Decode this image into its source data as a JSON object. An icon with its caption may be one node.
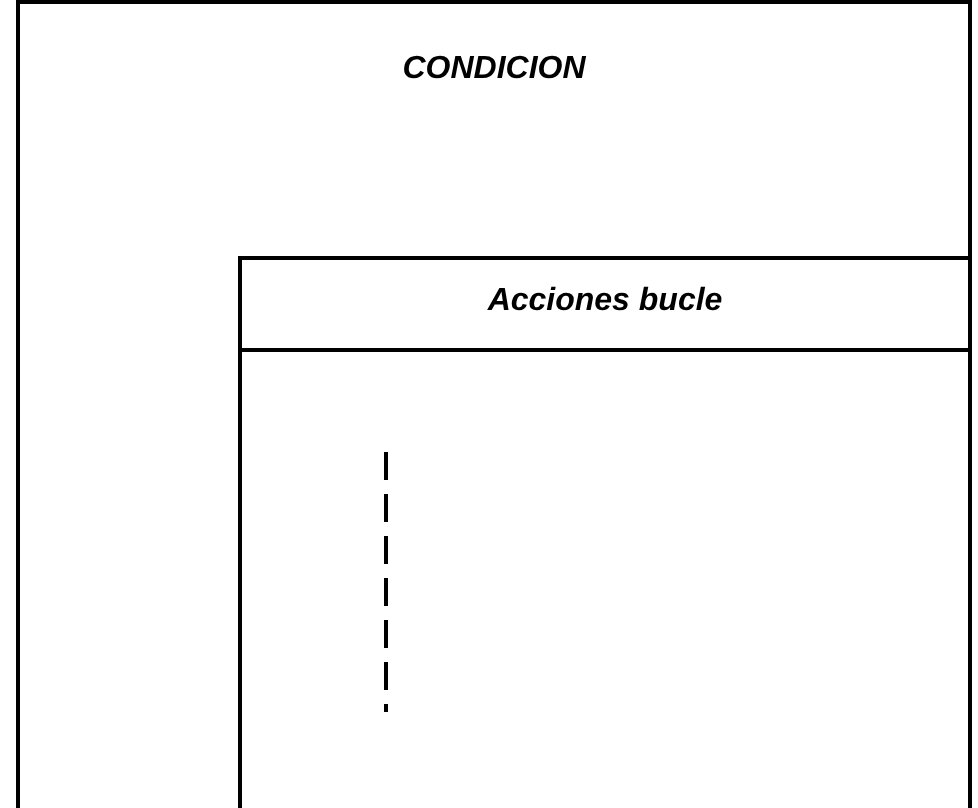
{
  "diagram": {
    "nodes": [
      {
        "text": [
          "CONDICION"
        ]
      },
      {
        "text": [
          "Acciones bucle"
        ],
        "in": 0
      }
    ]
  }
}
